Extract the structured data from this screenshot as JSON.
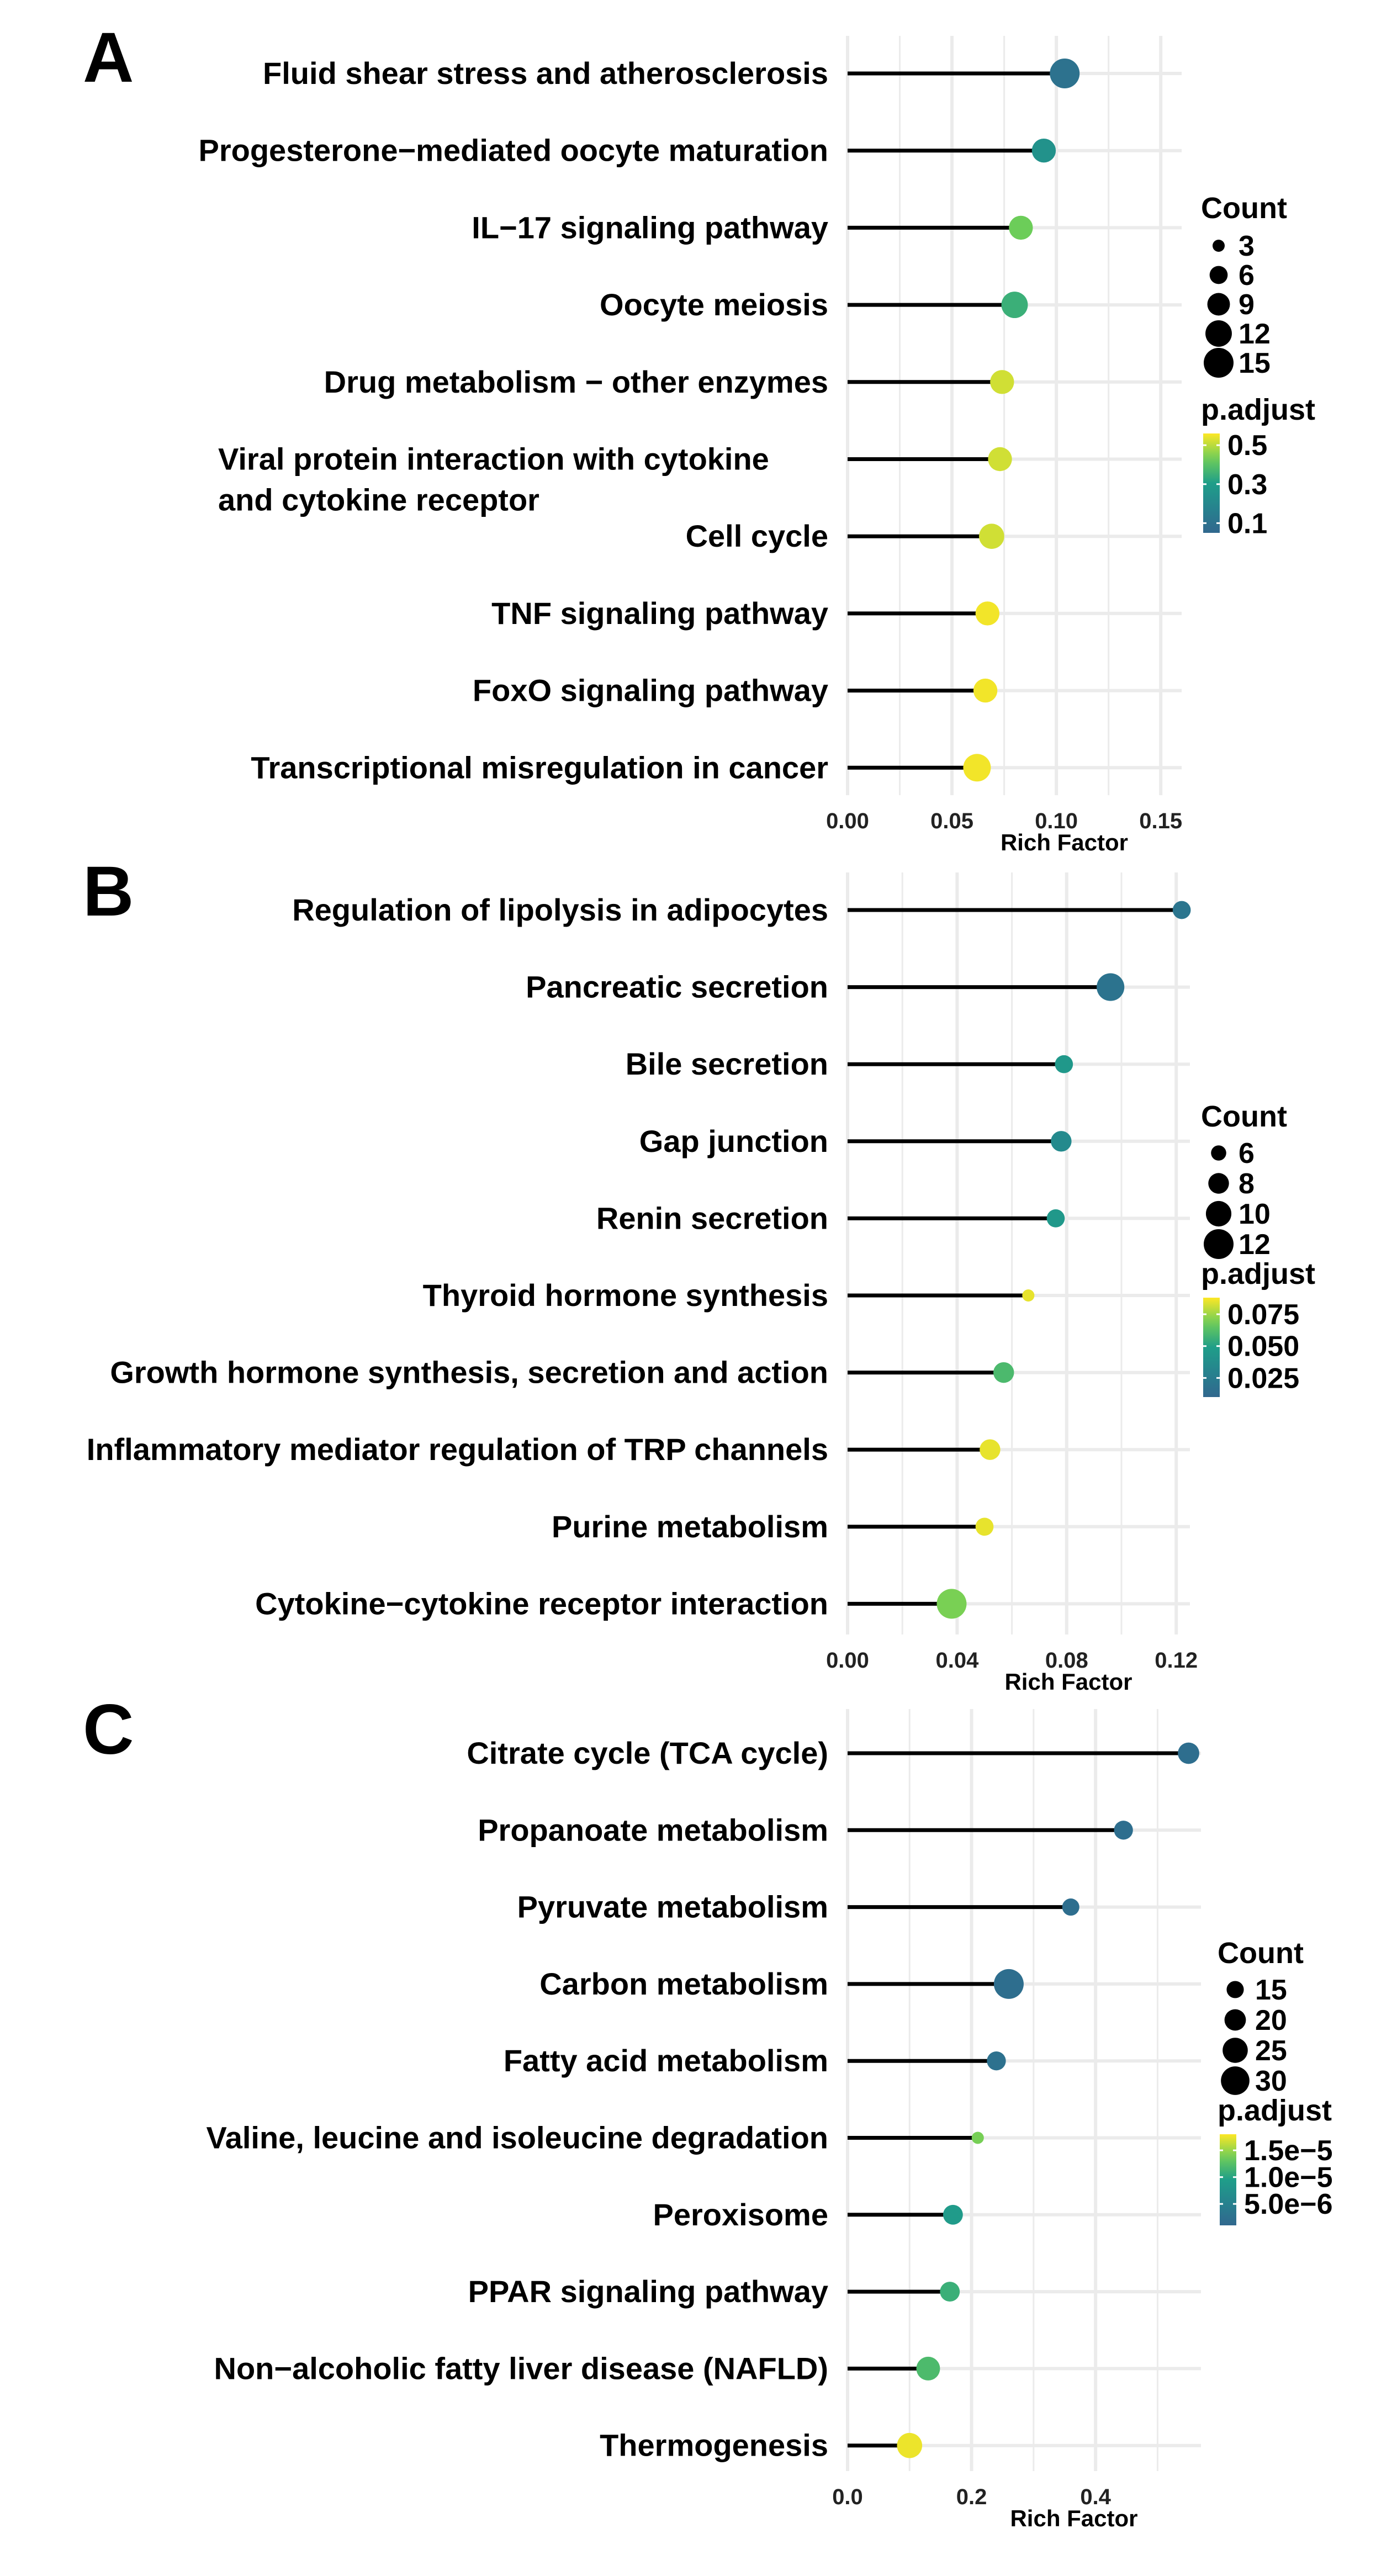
{
  "colors": {
    "background": "#ffffff",
    "grid": "#ebebeb",
    "stem": "#000000",
    "text": "#000000",
    "viridis_low": "#31688e",
    "viridis_mid": "#35b779",
    "viridis_high": "#fde725"
  },
  "chart_data": [
    {
      "panel_label": "A",
      "type": "lollipop",
      "xlabel": "Rich Factor",
      "xlim": [
        0.0,
        0.16
      ],
      "xticks": [
        0.0,
        0.05,
        0.1,
        0.15
      ],
      "xtick_labels": [
        "0.00",
        "0.05",
        "0.10",
        "0.15"
      ],
      "grid": true,
      "legend_position": "right",
      "categories": [
        [
          "Fluid shear stress and atherosclerosis"
        ],
        [
          "Progesterone−mediated oocyte maturation"
        ],
        [
          "IL−17 signaling pathway"
        ],
        [
          "Oocyte meiosis"
        ],
        [
          "Drug metabolism − other enzymes"
        ],
        [
          "Viral protein interaction with cytokine",
          "and cytokine receptor"
        ],
        [
          "Cell cycle"
        ],
        [
          "TNF signaling pathway"
        ],
        [
          "FoxO signaling pathway"
        ],
        [
          "Transcriptional misregulation in cancer"
        ]
      ],
      "rich_factor": [
        0.104,
        0.094,
        0.083,
        0.08,
        0.074,
        0.073,
        0.069,
        0.067,
        0.066,
        0.062
      ],
      "count": [
        15,
        10,
        10,
        12,
        10,
        10,
        11,
        10,
        10,
        13
      ],
      "p_adjust": [
        0.1,
        0.25,
        0.43,
        0.35,
        0.52,
        0.52,
        0.52,
        0.55,
        0.55,
        0.55
      ],
      "size_legend": {
        "title": "Count",
        "values": [
          3,
          6,
          9,
          12,
          15
        ],
        "labels": [
          "3",
          "6",
          "9",
          "12",
          "15"
        ]
      },
      "color_legend": {
        "title": "p.adjust",
        "range": [
          0.05,
          0.56
        ],
        "ticks": [
          0.5,
          0.3,
          0.1
        ],
        "labels": [
          "0.5",
          "0.3",
          "0.1"
        ]
      }
    },
    {
      "panel_label": "B",
      "type": "lollipop",
      "xlabel": "Rich Factor",
      "xlim": [
        0.0,
        0.125
      ],
      "xticks": [
        0.0,
        0.04,
        0.08,
        0.12
      ],
      "xtick_labels": [
        "0.00",
        "0.04",
        "0.08",
        "0.12"
      ],
      "grid": true,
      "legend_position": "right",
      "categories": [
        [
          "Regulation of lipolysis in adipocytes"
        ],
        [
          "Pancreatic secretion"
        ],
        [
          "Bile secretion"
        ],
        [
          "Gap junction"
        ],
        [
          "Renin secretion"
        ],
        [
          "Thyroid hormone synthesis"
        ],
        [
          "Growth hormone synthesis, secretion and action"
        ],
        [
          "Inflammatory mediator regulation of TRP channels"
        ],
        [
          "Purine metabolism"
        ],
        [
          "Cytokine−cytokine receptor interaction"
        ]
      ],
      "rich_factor": [
        0.122,
        0.096,
        0.079,
        0.078,
        0.076,
        0.066,
        0.057,
        0.052,
        0.05,
        0.038
      ],
      "count": [
        7,
        11,
        7,
        8,
        7,
        5,
        8,
        8,
        7,
        12
      ],
      "p_adjust": [
        0.02,
        0.018,
        0.045,
        0.035,
        0.045,
        0.085,
        0.06,
        0.085,
        0.085,
        0.07
      ],
      "size_legend": {
        "title": "Count",
        "values": [
          6,
          8,
          10,
          12
        ],
        "labels": [
          "6",
          "8",
          "10",
          "12"
        ]
      },
      "color_legend": {
        "title": "p.adjust",
        "range": [
          0.01,
          0.088
        ],
        "ticks": [
          0.075,
          0.05,
          0.025
        ],
        "labels": [
          "0.075",
          "0.050",
          "0.025"
        ]
      }
    },
    {
      "panel_label": "C",
      "type": "lollipop",
      "xlabel": "Rich Factor",
      "xlim": [
        0.0,
        0.57
      ],
      "xticks": [
        0.0,
        0.2,
        0.4
      ],
      "xtick_labels": [
        "0.0",
        "0.2",
        "0.4"
      ],
      "grid": true,
      "legend_position": "right",
      "categories": [
        [
          "Citrate cycle (TCA cycle)"
        ],
        [
          "Propanoate metabolism"
        ],
        [
          "Pyruvate metabolism"
        ],
        [
          "Carbon metabolism"
        ],
        [
          "Fatty acid metabolism"
        ],
        [
          "Valine, leucine and isoleucine degradation"
        ],
        [
          "Peroxisome"
        ],
        [
          "PPAR signaling pathway"
        ],
        [
          "Non−alcoholic fatty liver disease (NAFLD)"
        ],
        [
          "Thermogenesis"
        ]
      ],
      "rich_factor": [
        0.55,
        0.445,
        0.36,
        0.26,
        0.24,
        0.21,
        0.17,
        0.165,
        0.13,
        0.1
      ],
      "count": [
        20,
        17,
        15,
        32,
        17,
        10,
        18,
        18,
        23,
        25
      ],
      "p_adjust": [
        2e-06,
        2e-06,
        2e-06,
        2e-06,
        2.5e-06,
        1.4e-05,
        9e-06,
        1.1e-05,
        1.2e-05,
        1.75e-05
      ],
      "size_legend": {
        "title": "Count",
        "values": [
          15,
          20,
          25,
          30
        ],
        "labels": [
          "15",
          "20",
          "25",
          "30"
        ]
      },
      "color_legend": {
        "title": "p.adjust",
        "range": [
          1e-06,
          1.8e-05
        ],
        "ticks": [
          1.5e-05,
          1e-05,
          5e-06
        ],
        "labels": [
          "1.5e−5",
          "1.0e−5",
          "5.0e−6"
        ]
      }
    }
  ]
}
